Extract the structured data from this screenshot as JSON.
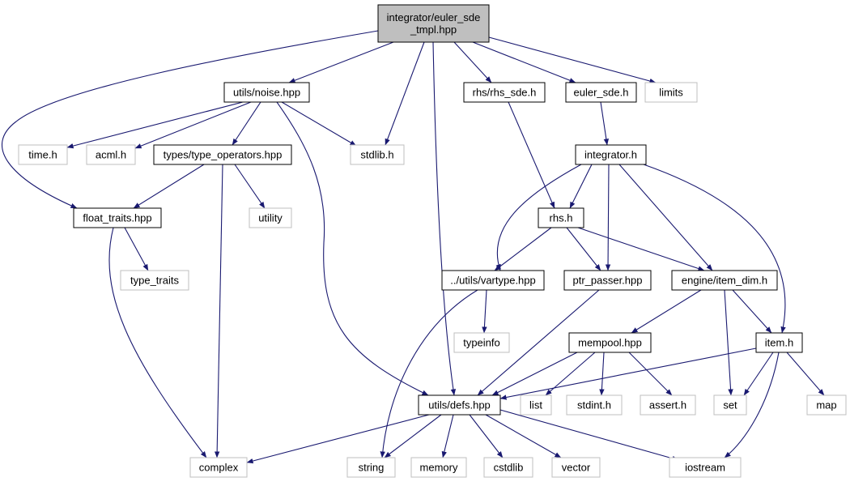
{
  "graph": {
    "edge_color": "#191970",
    "root_fill": "#bfbfbf",
    "system_border": "#bfbfbf",
    "nodes": [
      {
        "id": "root",
        "lines": [
          "integrator/euler_sde",
          "_tmpl.hpp"
        ],
        "kind": "root"
      },
      {
        "id": "noise",
        "lines": [
          "utils/noise.hpp"
        ],
        "kind": "local"
      },
      {
        "id": "rhs_sde",
        "lines": [
          "rhs/rhs_sde.h"
        ],
        "kind": "local"
      },
      {
        "id": "euler_sde",
        "lines": [
          "euler_sde.h"
        ],
        "kind": "local"
      },
      {
        "id": "limits",
        "lines": [
          "limits"
        ],
        "kind": "system"
      },
      {
        "id": "time",
        "lines": [
          "time.h"
        ],
        "kind": "system"
      },
      {
        "id": "acml",
        "lines": [
          "acml.h"
        ],
        "kind": "system"
      },
      {
        "id": "type_ops",
        "lines": [
          "types/type_operators.hpp"
        ],
        "kind": "local"
      },
      {
        "id": "stdlib",
        "lines": [
          "stdlib.h"
        ],
        "kind": "system"
      },
      {
        "id": "integrator",
        "lines": [
          "integrator.h"
        ],
        "kind": "local"
      },
      {
        "id": "float_traits",
        "lines": [
          "float_traits.hpp"
        ],
        "kind": "local"
      },
      {
        "id": "utility",
        "lines": [
          "utility"
        ],
        "kind": "system"
      },
      {
        "id": "rhs",
        "lines": [
          "rhs.h"
        ],
        "kind": "local"
      },
      {
        "id": "type_traits",
        "lines": [
          "type_traits"
        ],
        "kind": "system"
      },
      {
        "id": "vartype",
        "lines": [
          "../utils/vartype.hpp"
        ],
        "kind": "local"
      },
      {
        "id": "ptr_passer",
        "lines": [
          "ptr_passer.hpp"
        ],
        "kind": "local"
      },
      {
        "id": "item_dim",
        "lines": [
          "engine/item_dim.h"
        ],
        "kind": "local"
      },
      {
        "id": "typeinfo",
        "lines": [
          "typeinfo"
        ],
        "kind": "system"
      },
      {
        "id": "mempool",
        "lines": [
          "mempool.hpp"
        ],
        "kind": "local"
      },
      {
        "id": "item",
        "lines": [
          "item.h"
        ],
        "kind": "local"
      },
      {
        "id": "defs",
        "lines": [
          "utils/defs.hpp"
        ],
        "kind": "local"
      },
      {
        "id": "list",
        "lines": [
          "list"
        ],
        "kind": "system"
      },
      {
        "id": "stdint",
        "lines": [
          "stdint.h"
        ],
        "kind": "system"
      },
      {
        "id": "assert",
        "lines": [
          "assert.h"
        ],
        "kind": "system"
      },
      {
        "id": "set",
        "lines": [
          "set"
        ],
        "kind": "system"
      },
      {
        "id": "map",
        "lines": [
          "map"
        ],
        "kind": "system"
      },
      {
        "id": "complex",
        "lines": [
          "complex"
        ],
        "kind": "system"
      },
      {
        "id": "string",
        "lines": [
          "string"
        ],
        "kind": "system"
      },
      {
        "id": "memory",
        "lines": [
          "memory"
        ],
        "kind": "system"
      },
      {
        "id": "cstdlib",
        "lines": [
          "cstdlib"
        ],
        "kind": "system"
      },
      {
        "id": "vector",
        "lines": [
          "vector"
        ],
        "kind": "system"
      },
      {
        "id": "iostream",
        "lines": [
          "iostream"
        ],
        "kind": "system"
      }
    ],
    "edges": [
      {
        "from": "root",
        "to": "noise"
      },
      {
        "from": "root",
        "to": "rhs_sde"
      },
      {
        "from": "root",
        "to": "euler_sde"
      },
      {
        "from": "root",
        "to": "limits"
      },
      {
        "from": "root",
        "to": "float_traits"
      },
      {
        "from": "root",
        "to": "stdlib"
      },
      {
        "from": "root",
        "to": "defs"
      },
      {
        "from": "noise",
        "to": "time"
      },
      {
        "from": "noise",
        "to": "acml"
      },
      {
        "from": "noise",
        "to": "type_ops"
      },
      {
        "from": "noise",
        "to": "stdlib"
      },
      {
        "from": "noise",
        "to": "defs"
      },
      {
        "from": "rhs_sde",
        "to": "rhs"
      },
      {
        "from": "euler_sde",
        "to": "integrator"
      },
      {
        "from": "type_ops",
        "to": "float_traits"
      },
      {
        "from": "type_ops",
        "to": "utility"
      },
      {
        "from": "type_ops",
        "to": "complex"
      },
      {
        "from": "float_traits",
        "to": "type_traits"
      },
      {
        "from": "float_traits",
        "to": "complex"
      },
      {
        "from": "integrator",
        "to": "rhs"
      },
      {
        "from": "integrator",
        "to": "vartype"
      },
      {
        "from": "integrator",
        "to": "ptr_passer"
      },
      {
        "from": "integrator",
        "to": "item_dim"
      },
      {
        "from": "integrator",
        "to": "item"
      },
      {
        "from": "rhs",
        "to": "vartype"
      },
      {
        "from": "rhs",
        "to": "ptr_passer"
      },
      {
        "from": "rhs",
        "to": "item_dim"
      },
      {
        "from": "vartype",
        "to": "typeinfo"
      },
      {
        "from": "vartype",
        "to": "string"
      },
      {
        "from": "ptr_passer",
        "to": "defs"
      },
      {
        "from": "item_dim",
        "to": "mempool"
      },
      {
        "from": "item_dim",
        "to": "item"
      },
      {
        "from": "item_dim",
        "to": "set"
      },
      {
        "from": "mempool",
        "to": "defs"
      },
      {
        "from": "mempool",
        "to": "list"
      },
      {
        "from": "mempool",
        "to": "stdint"
      },
      {
        "from": "mempool",
        "to": "assert"
      },
      {
        "from": "item",
        "to": "defs"
      },
      {
        "from": "item",
        "to": "set"
      },
      {
        "from": "item",
        "to": "map"
      },
      {
        "from": "item",
        "to": "iostream"
      },
      {
        "from": "defs",
        "to": "complex"
      },
      {
        "from": "defs",
        "to": "string"
      },
      {
        "from": "defs",
        "to": "memory"
      },
      {
        "from": "defs",
        "to": "cstdlib"
      },
      {
        "from": "defs",
        "to": "vector"
      },
      {
        "from": "defs",
        "to": "iostream"
      }
    ]
  }
}
